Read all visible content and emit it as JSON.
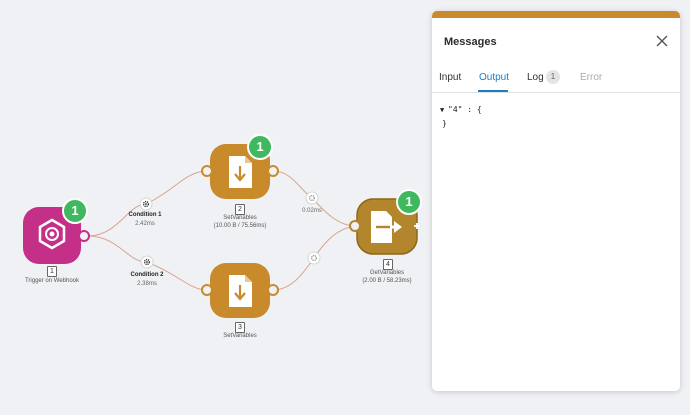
{
  "nodes": {
    "trigger": {
      "number": "1",
      "label": "Trigger on Webhook",
      "badge": "1",
      "color": "#c42f88"
    },
    "set_variables_top": {
      "number": "2",
      "label": "SetVariables",
      "sub": "(10.00 B / 75.56ms)",
      "badge": "1",
      "color": "#c98a2c"
    },
    "set_variables_bottom": {
      "number": "3",
      "label": "SetVariables"
    },
    "get_variables": {
      "number": "4",
      "label": "GetVariables",
      "sub": "(2.00 B / 58.23ms)",
      "badge": "1",
      "color": "#b3862e"
    }
  },
  "conditions": {
    "condition1": {
      "title": "Condition 1",
      "time": "2.42ms"
    },
    "condition2": {
      "title": "Condition 2",
      "time": "2.38ms"
    },
    "edge_top_time": "0.02ms"
  },
  "panel": {
    "title": "Messages",
    "tabs": {
      "input": "Input",
      "output": "Output",
      "log": "Log",
      "log_count": "1",
      "error": "Error"
    },
    "active_tab": "Output",
    "json_key_line": "\"4\" : {",
    "json_close": "}",
    "accent_color": "#c98a2c",
    "tab_active_color": "#1a7ec4"
  }
}
